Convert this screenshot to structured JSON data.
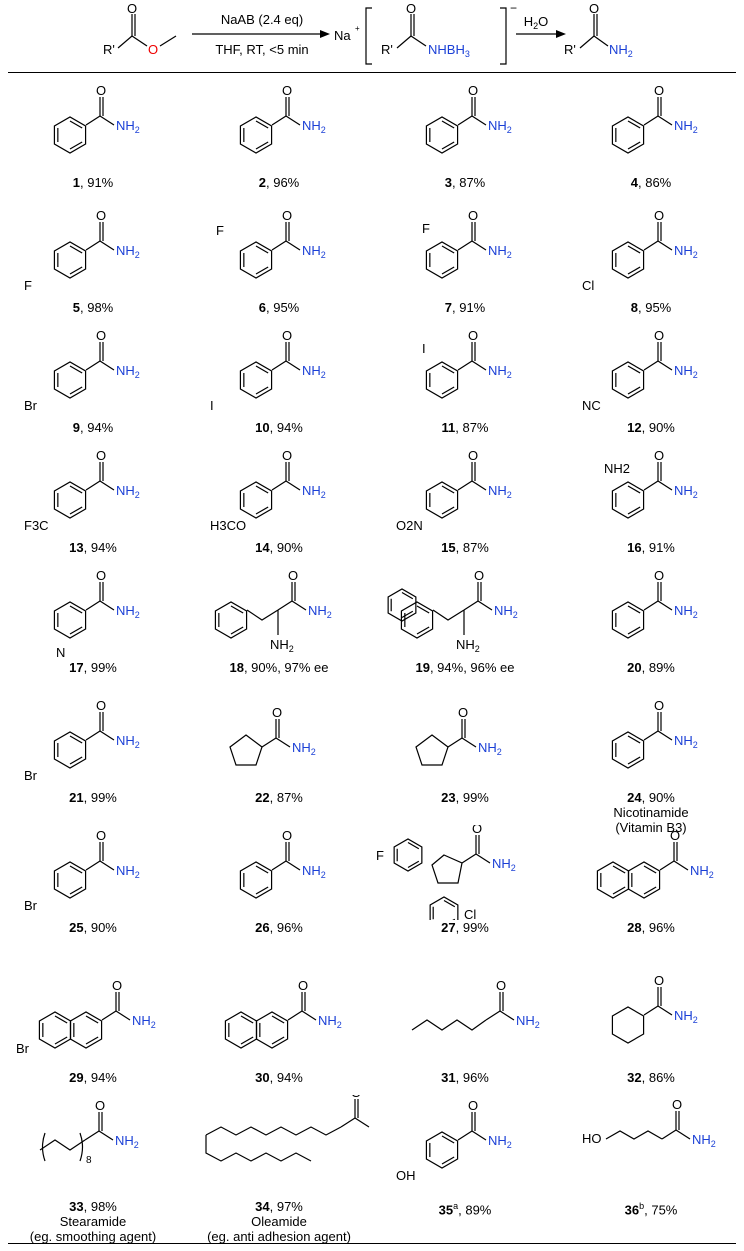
{
  "scheme": {
    "reagent_top": "NaAB (2.4 eq)",
    "reagent_bottom": "THF, RT, <5 min",
    "intermediate_cation": "Na",
    "intermediate_group": "NHBH",
    "intermediate_sub": "3",
    "second_reagent": "H",
    "second_reagent_sub": "2",
    "second_reagent_tail": "O",
    "r_prime": "R'",
    "o_label": "O",
    "nh2": "NH",
    "nh2_sub": "2"
  },
  "compounds": [
    {
      "num": "1",
      "yield": ", 91%"
    },
    {
      "num": "2",
      "yield": ", 96%"
    },
    {
      "num": "3",
      "yield": ", 87%"
    },
    {
      "num": "4",
      "yield": ", 86%"
    },
    {
      "num": "5",
      "yield": ", 98%",
      "sub": "F"
    },
    {
      "num": "6",
      "yield": ", 95%",
      "sub": "F"
    },
    {
      "num": "7",
      "yield": ", 91%",
      "sub": "F"
    },
    {
      "num": "8",
      "yield": ", 95%",
      "sub": "Cl"
    },
    {
      "num": "9",
      "yield": ", 94%",
      "sub": "Br"
    },
    {
      "num": "10",
      "yield": ", 94%",
      "sub": "I"
    },
    {
      "num": "11",
      "yield": ", 87%",
      "sub": "I"
    },
    {
      "num": "12",
      "yield": ", 90%",
      "sub": "NC"
    },
    {
      "num": "13",
      "yield": ", 94%",
      "sub": "F3C"
    },
    {
      "num": "14",
      "yield": ", 90%",
      "sub": "H3CO"
    },
    {
      "num": "15",
      "yield": ", 87%",
      "sub": "O2N"
    },
    {
      "num": "16",
      "yield": ", 91%",
      "sub": "NH2"
    },
    {
      "num": "17",
      "yield": ", 99%",
      "sub": "N"
    },
    {
      "num": "18",
      "yield": ", 90%, 97% ee"
    },
    {
      "num": "19",
      "yield": ", 94%, 96% ee"
    },
    {
      "num": "20",
      "yield": ", 89%"
    },
    {
      "num": "21",
      "yield": ", 99%",
      "sub": "Br"
    },
    {
      "num": "22",
      "yield": ", 87%"
    },
    {
      "num": "23",
      "yield": ", 99%"
    },
    {
      "num": "24",
      "yield": ", 90%",
      "note1": "Nicotinamide",
      "note2": "(Vitamin B3)"
    },
    {
      "num": "25",
      "yield": ", 90%",
      "sub": "Br"
    },
    {
      "num": "26",
      "yield": ", 96%"
    },
    {
      "num": "27",
      "yield": ", 99%",
      "sub": "F",
      "sub2": "Cl"
    },
    {
      "num": "28",
      "yield": ", 96%"
    },
    {
      "num": "29",
      "yield": ", 94%",
      "sub": "Br"
    },
    {
      "num": "30",
      "yield": ", 94%"
    },
    {
      "num": "31",
      "yield": ", 96%"
    },
    {
      "num": "32",
      "yield": ", 86%"
    },
    {
      "num": "33",
      "yield": ", 98%",
      "note1": "Stearamide",
      "note2": "(eg. smoothing agent)",
      "sub": "8"
    },
    {
      "num": "34",
      "yield": ", 97%",
      "note1": "Oleamide",
      "note2": "(eg. anti adhesion agent)"
    },
    {
      "num": "35",
      "sup": "a",
      "yield": ", 89%",
      "sub": "OH"
    },
    {
      "num": "36",
      "sup": "b",
      "yield": ", 75%",
      "sub": "HO"
    }
  ]
}
